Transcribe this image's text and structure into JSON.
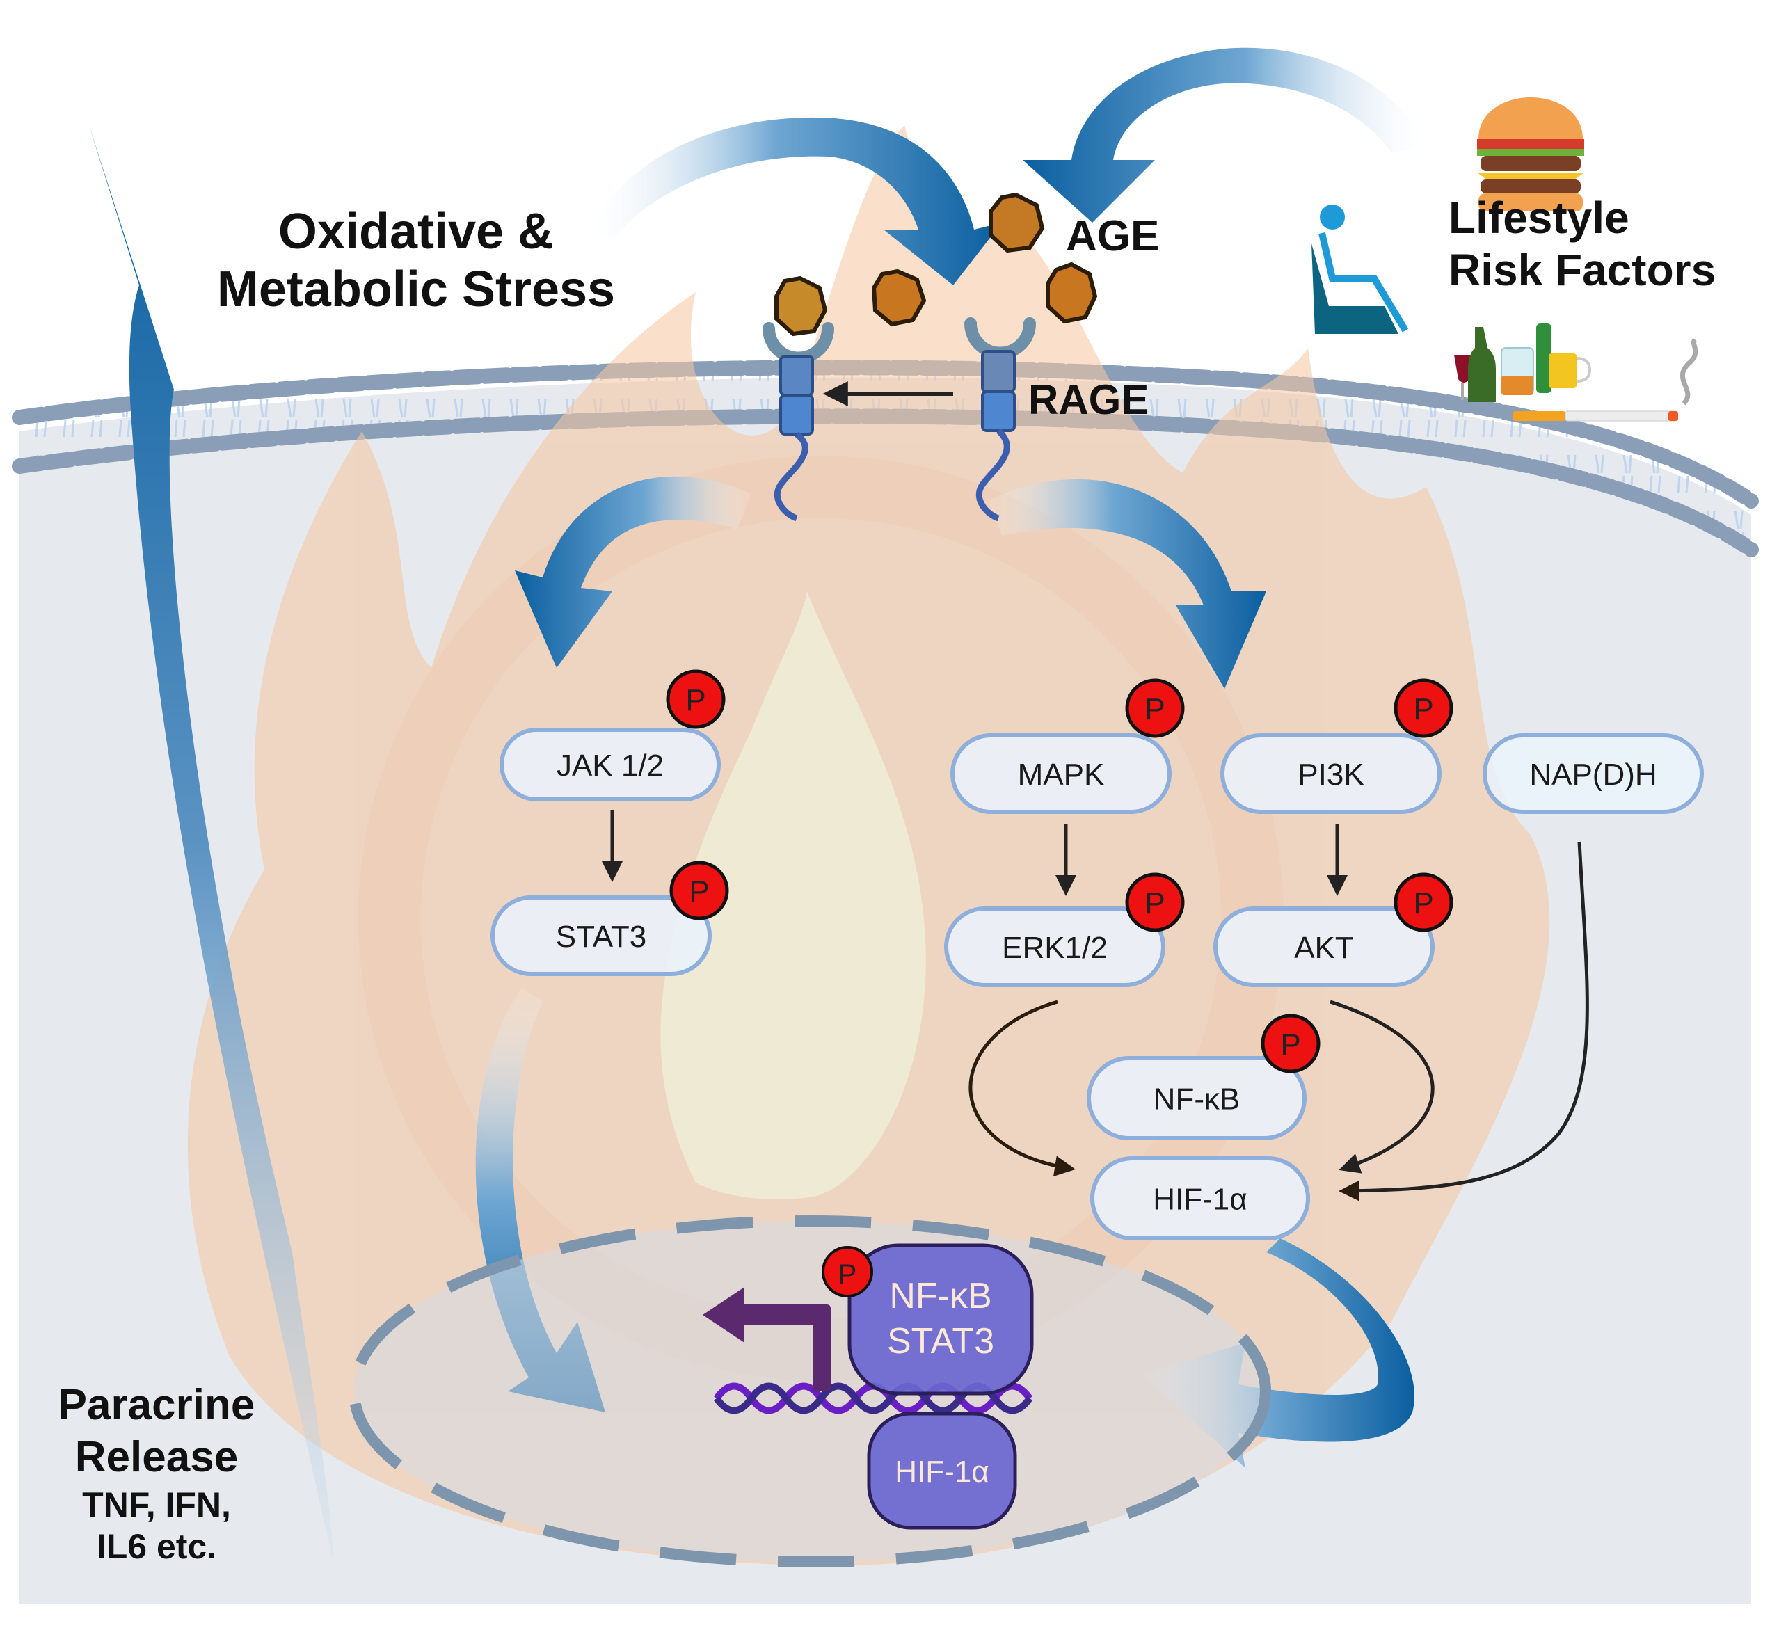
{
  "figure": {
    "title_left": [
      "Oxidative &",
      "Metabolic Stress"
    ],
    "title_right": [
      "Lifestyle",
      "Risk Factors"
    ],
    "ligand_label": "AGE",
    "receptor_label": "RAGE",
    "phospho_label": "P",
    "paracrine": {
      "title": [
        "Paracrine",
        "Release"
      ],
      "cytokines": [
        "TNF, IFN,",
        "IL6 etc."
      ]
    },
    "lifestyle_icons": [
      "burger-icon",
      "sedentary-person-icon",
      "alcohol-icon",
      "cigarette-icon"
    ]
  },
  "pathway": {
    "nodes": {
      "jak": "JAK 1/2",
      "stat3": "STAT3",
      "mapk": "MAPK",
      "erk": "ERK1/2",
      "pi3k": "PI3K",
      "akt": "AKT",
      "napdh": "NAP(D)H",
      "nfkb": "NF-κB",
      "hif": "HIF-1α"
    },
    "nucleus": {
      "complex_top": [
        "NF-κB",
        "STAT3"
      ],
      "complex_bottom": "HIF-1α"
    }
  },
  "colors": {
    "cell": "#e6e9ed",
    "arrow_blue": "#0a5fa0",
    "node_fill": "#eaf3fc",
    "node_stroke": "#8eaedb",
    "phospho": "#ee1111",
    "age": "#c47a25",
    "tf_complex": "#6a67d1",
    "dna_a": "#6a1fc4",
    "dna_b": "#3a2a8a",
    "flame_outer": "#f7c9a3",
    "flame_inner": "#f8ecc0"
  }
}
